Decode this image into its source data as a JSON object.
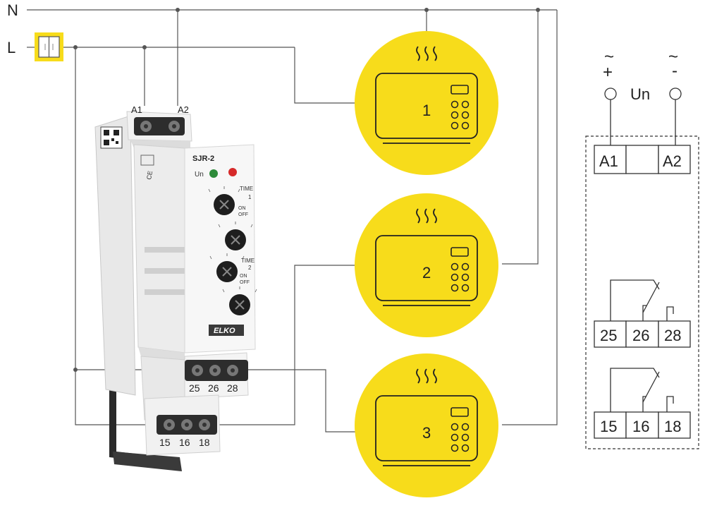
{
  "lines": {
    "neutral": "N",
    "live": "L"
  },
  "relay": {
    "model": "SJR-2",
    "brand": "ELKO",
    "top_terminals": [
      "A1",
      "A2"
    ],
    "un_label": "Un",
    "time1_label": "TIME",
    "time1_num": "1",
    "time2_label": "TIME",
    "time2_num": "2",
    "on_label": "ON",
    "off_label": "OFF",
    "bottom_terminals_upper": [
      "25",
      "26",
      "28"
    ],
    "bottom_terminals_lower": [
      "15",
      "16",
      "18"
    ]
  },
  "appliances": [
    {
      "number": "1"
    },
    {
      "number": "2"
    },
    {
      "number": "3"
    }
  ],
  "schematic": {
    "plus_tilde": "~",
    "plus_sign": "+",
    "minus_tilde": "~",
    "minus_sign": "-",
    "un_label": "Un",
    "top_row": [
      "A1",
      "",
      "A2"
    ],
    "contact_row_1": [
      "25",
      "26",
      "28"
    ],
    "contact_row_2": [
      "15",
      "16",
      "18"
    ]
  },
  "colors": {
    "appliance_circle": "#F7DC1B",
    "wire": "#555555",
    "switch_box": "#F7DC1B"
  }
}
